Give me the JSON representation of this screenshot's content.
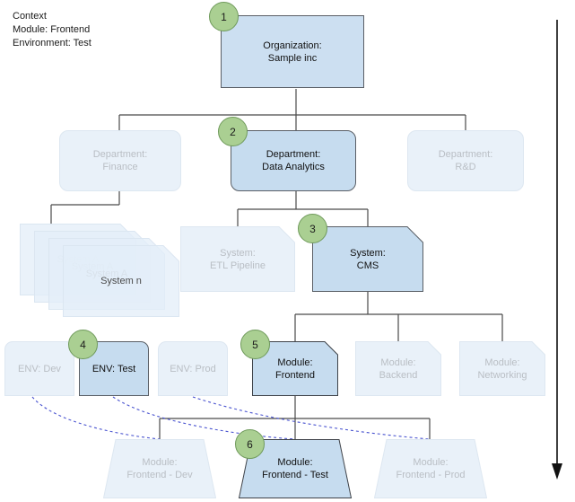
{
  "context": {
    "title": "Context",
    "lines": [
      "Context",
      "Module: Frontend",
      "Environment: Test"
    ]
  },
  "colors": {
    "active_fill": "#c6dcef",
    "active_fill_rect": "#ccdff1",
    "faded_fill": "#e9f1f9",
    "active_border": "#5a5f66",
    "faded_border": "#dde7f1",
    "active_text": "#111111",
    "faded_text": "#b9bec4",
    "badge_fill": "#aacf92",
    "badge_border": "#6f9a5b",
    "connector": "#4a4a4a",
    "dashed_link": "#4a54d0"
  },
  "nodes": {
    "organization": {
      "label": "Organization:\nSample inc",
      "badge": "1",
      "state": "active"
    },
    "departments": [
      {
        "label": "Department:\nFinance",
        "state": "faded"
      },
      {
        "label": "Department:\nData Analytics",
        "state": "active",
        "badge": "2"
      },
      {
        "label": "Department:\nR&D",
        "state": "faded"
      }
    ],
    "system_stack": {
      "cards": [
        "System A",
        "System A",
        "System A",
        "System n"
      ],
      "state": "faded"
    },
    "systems": [
      {
        "label": "System:\nETL Pipeline",
        "state": "faded"
      },
      {
        "label": "System:\nCMS",
        "state": "active",
        "badge": "3"
      }
    ],
    "environments": [
      {
        "label": "ENV: Dev",
        "state": "faded"
      },
      {
        "label": "ENV: Test",
        "state": "active",
        "badge": "4"
      },
      {
        "label": "ENV: Prod",
        "state": "faded"
      }
    ],
    "modules": [
      {
        "label": "Module:\nFrontend",
        "state": "active",
        "badge": "5"
      },
      {
        "label": "Module:\nBackend",
        "state": "faded"
      },
      {
        "label": "Module:\nNetworking",
        "state": "faded"
      }
    ],
    "deployments": [
      {
        "label": "Module:\nFrontend - Dev",
        "state": "faded"
      },
      {
        "label": "Module:\nFrontend - Test",
        "state": "active",
        "badge": "6"
      },
      {
        "label": "Module:\nFrontend - Prod",
        "state": "faded"
      }
    ]
  },
  "flow_arrow": {
    "name": "vertical-flow-arrow",
    "direction": "down"
  }
}
